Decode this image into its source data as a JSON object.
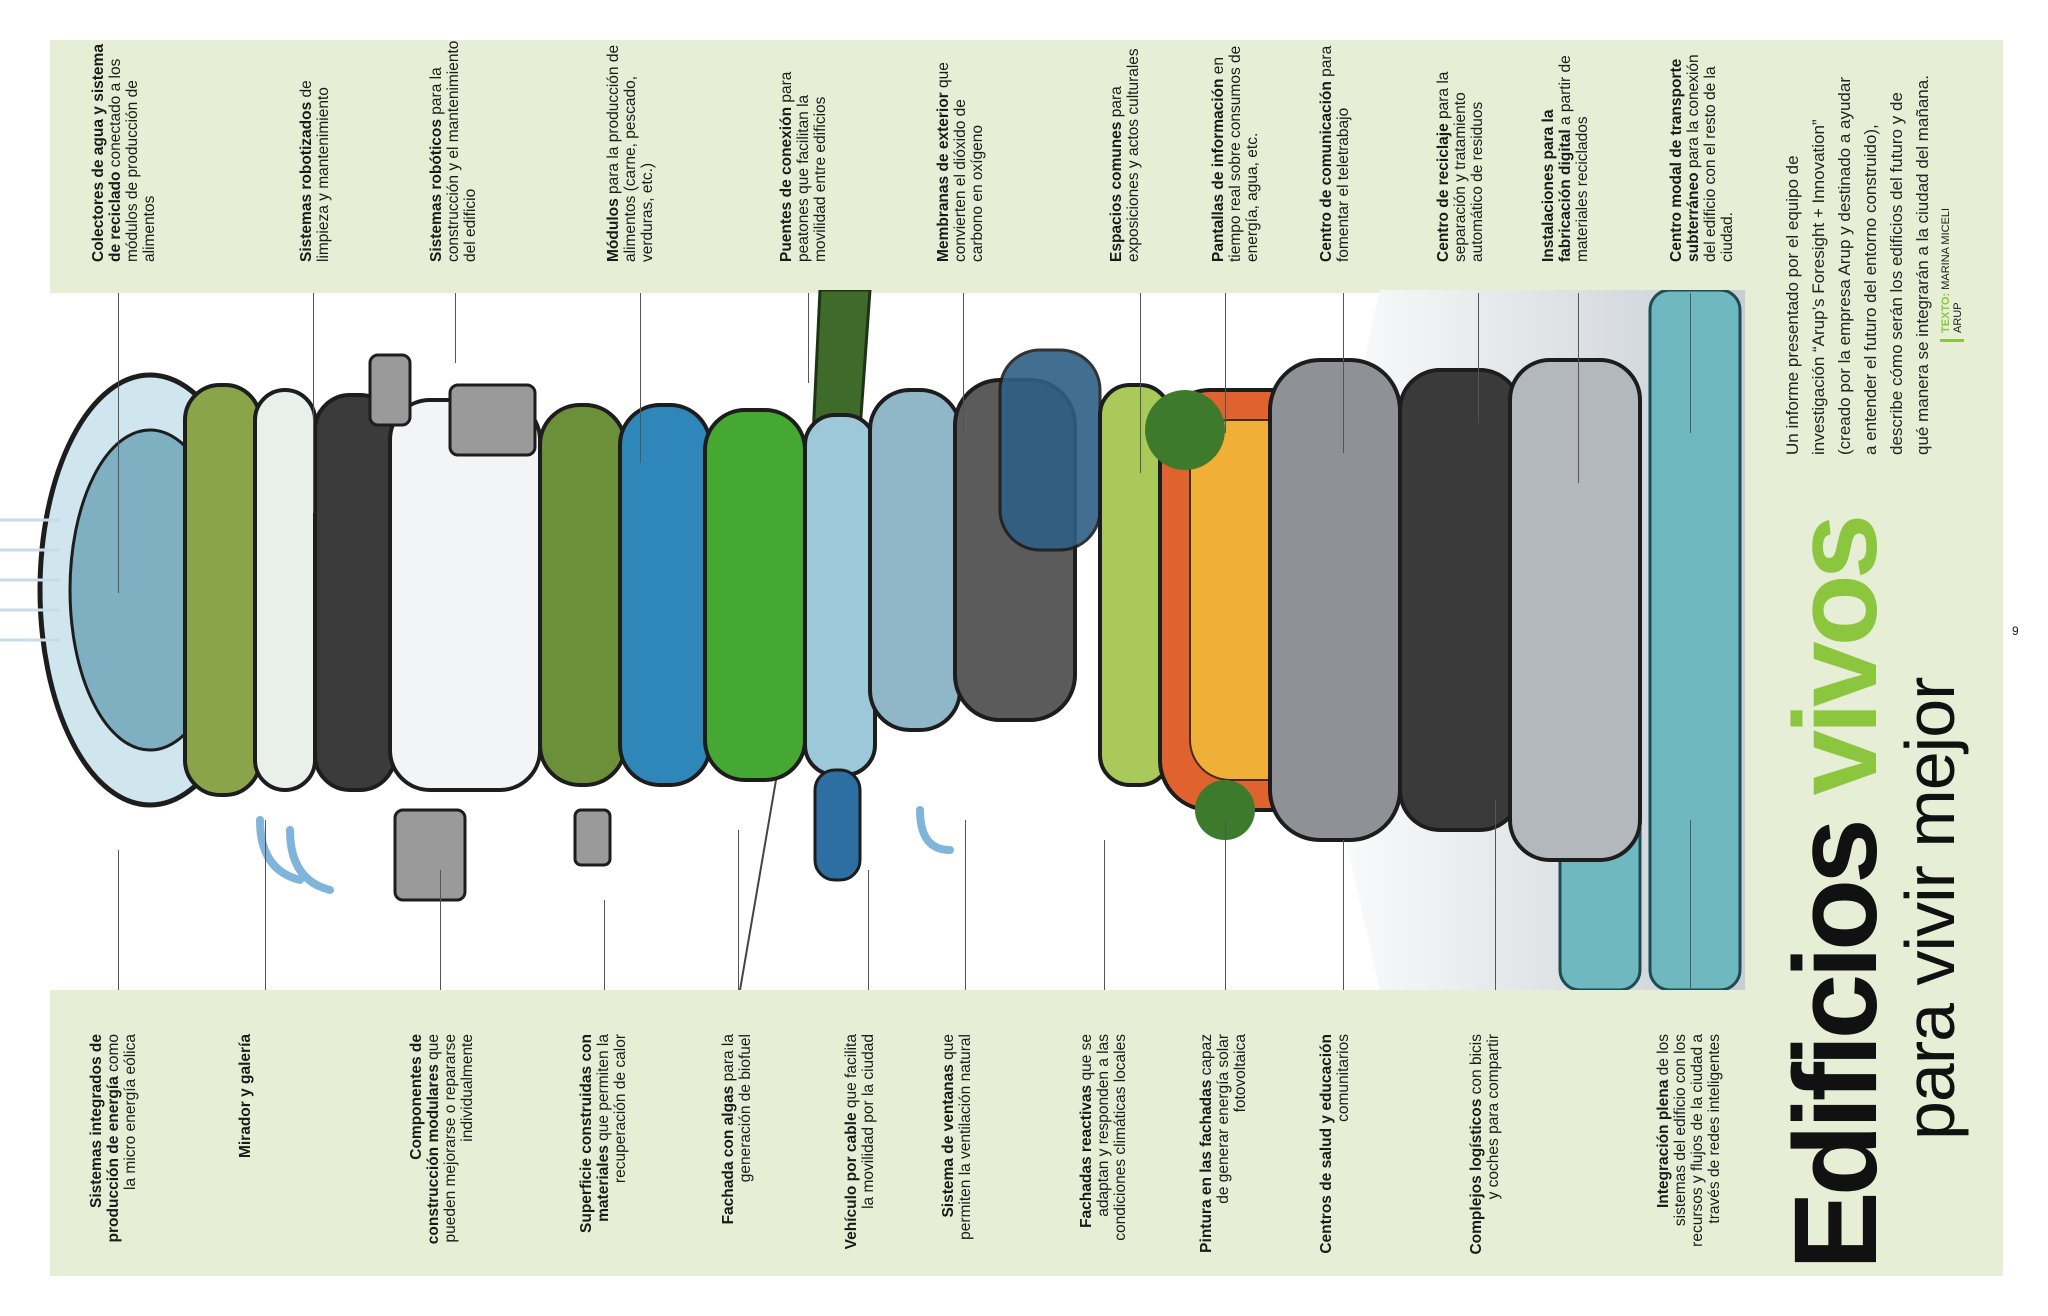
{
  "title": {
    "word1": "Edificios",
    "word2": "vivos",
    "subtitle": "para vivir mejor"
  },
  "intro_text": "Un informe presentado por el equipo de investigación “Arup’s Foresight + Innovation” (creado por la empresa Arup y destinado a ayudar a entender el futuro del entorno construido), describe cómo serán los edificios del futuro y de qué manera se integrarán a la ciudad del mañana.",
  "credit": {
    "key": "TEXTO:",
    "name": "MARINA MICELI",
    "org": "ARUP"
  },
  "page_number": "9",
  "colors": {
    "panel": "#e6efd6",
    "accent": "#8cc63f",
    "text": "#1a1a1a"
  },
  "top_labels": [
    {
      "bold": "Colectores de agua y sistema de reciclado",
      "text": " conectado a los módulos de producción de alimentos"
    },
    {
      "bold": "Sistemas robotizados",
      "text": " de limpieza y mantenimiento"
    },
    {
      "bold": "Sistemas robóticos",
      "text": " para la construcción y el mantenimiento del edificio"
    },
    {
      "bold": "Módulos",
      "text": " para la producción de alimentos (carne, pescado, verduras, etc.)"
    },
    {
      "bold": "Puentes de conexión",
      "text": " para peatones que facilitan la movilidad entre edificios"
    },
    {
      "bold": "Membranas de exterior",
      "text": " que convierten el dióxido de carbono en oxígeno"
    },
    {
      "bold": "Espacios comunes",
      "text": " para exposiciones y actos culturales"
    },
    {
      "bold": "Pantallas de información",
      "text": " en tiempo real sobre consumos de energía, agua, etc."
    },
    {
      "bold": "Centro de comunicación",
      "text": " para fomentar el teletrabajo"
    },
    {
      "bold": "Centro de reciclaje",
      "text": " para la separación y tratamiento automático de residuos"
    },
    {
      "bold": "Instalaciones para la fabricación digital",
      "text": " a partir de materiales reciclados"
    },
    {
      "bold": "Centro modal de transporte subterráneo",
      "text": " para la conexión del edificio con el resto de la ciudad."
    }
  ],
  "bottom_labels": [
    {
      "bold": "Sistemas integrados de producción de energía",
      "text": " como la micro energía eólica"
    },
    {
      "bold": "Mirador y galería",
      "text": ""
    },
    {
      "bold": "Componentes de construcción modulares",
      "text": " que pueden mejorarse o repararse individualmente"
    },
    {
      "bold": "Superficie construidas con materiales",
      "text": " que permiten la recuperación de calor"
    },
    {
      "bold": "Fachada con algas",
      "text": " para la generación de biofuel"
    },
    {
      "bold": "Vehículo por cable",
      "text": " que facilita la movilidad por la ciudad"
    },
    {
      "bold": "Sistema de ventanas",
      "text": " que permiten la ventilación natural"
    },
    {
      "bold": "Fachadas reactivas",
      "text": " que se adaptan y responden a las condiciones climáticas locales"
    },
    {
      "bold": "Pintura en las fachadas",
      "text": " capaz de generar energía solar fotovoltaica"
    },
    {
      "bold": "Centros de salud y educación",
      "text": " comunitarios"
    },
    {
      "bold": "Complejos logísticos",
      "text": " con bicis y coches para compartir"
    },
    {
      "bold": "Integración plena",
      "text": " de los sistemas del edificio con los recursos y flujos de la ciudad a través de redes inteligentes"
    }
  ]
}
